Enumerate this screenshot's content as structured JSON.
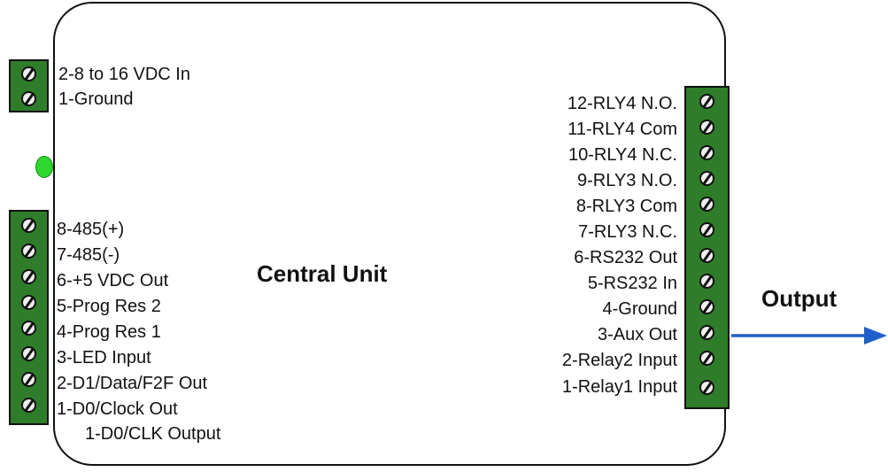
{
  "unit_title": "Central Unit",
  "output_label": "Output",
  "power_block": [
    "2-8 to 16 VDC In",
    "1-Ground"
  ],
  "left_block": [
    "8-485(+)",
    "7-485(-)",
    "6-+5 VDC Out",
    "5-Prog Res 2",
    "4-Prog Res 1",
    "3-LED Input",
    "2-D1/Data/F2F Out",
    "1-D0/Clock Out"
  ],
  "extra_note": "1-D0/CLK Output",
  "right_block": [
    "12-RLY4 N.O.",
    "11-RLY4 Com",
    "10-RLY4 N.C.",
    "9-RLY3 N.O.",
    "8-RLY3 Com",
    "7-RLY3 N.C.",
    "6-RS232 Out",
    "5-RS232 In",
    "4-Ground",
    "3-Aux Out",
    "2-Relay2 Input",
    "1-Relay1 Input"
  ],
  "colors": {
    "terminal_green": "#2f7d2a",
    "led_green": "#2bd82b",
    "arrow_blue": "#1f5fc9"
  }
}
